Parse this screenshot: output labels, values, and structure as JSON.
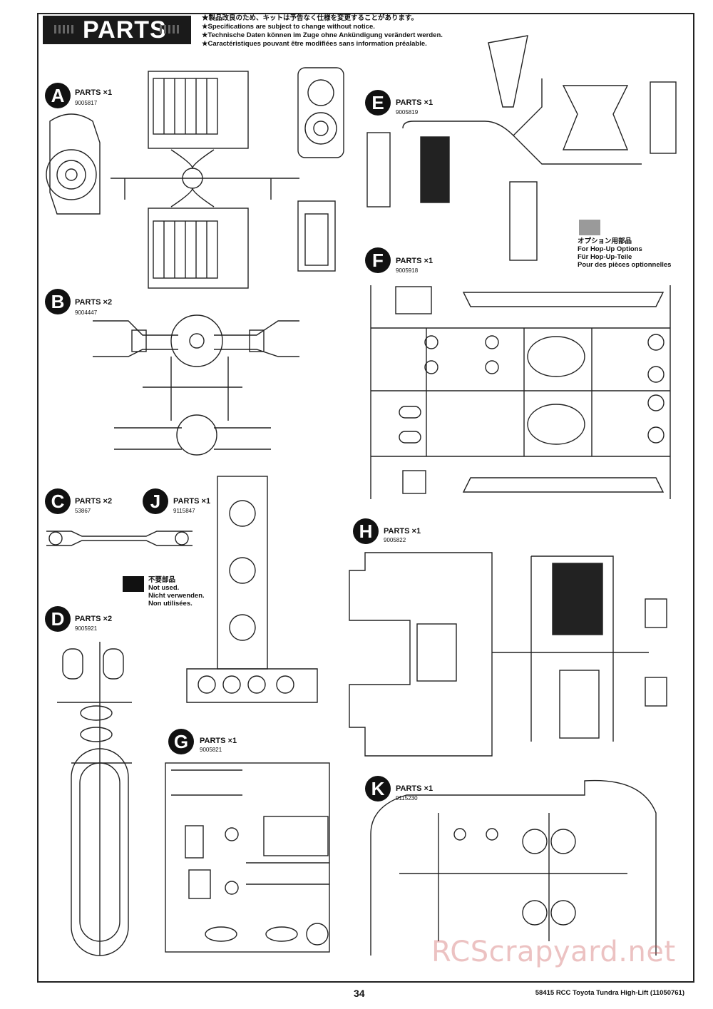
{
  "header": {
    "title": "PARTS"
  },
  "notes": [
    "★製品改良のため、キットは予告なく仕様を変更することがあります。",
    "★Specifications are subject to change without notice.",
    "★Technische Daten können im Zuge ohne Ankündigung verändert werden.",
    "★Caractéristiques pouvant être modifiées sans information préalable."
  ],
  "parts": {
    "A": {
      "letter": "A",
      "label": "PARTS ×1",
      "code": "9005817"
    },
    "B": {
      "letter": "B",
      "label": "PARTS ×2",
      "code": "9004447"
    },
    "C": {
      "letter": "C",
      "label": "PARTS ×2",
      "code": "53867"
    },
    "D": {
      "letter": "D",
      "label": "PARTS ×2",
      "code": "9005921"
    },
    "E": {
      "letter": "E",
      "label": "PARTS ×1",
      "code": "9005819"
    },
    "F": {
      "letter": "F",
      "label": "PARTS ×1",
      "code": "9005918"
    },
    "G": {
      "letter": "G",
      "label": "PARTS ×1",
      "code": "9005821"
    },
    "H": {
      "letter": "H",
      "label": "PARTS ×1",
      "code": "9005822"
    },
    "J": {
      "letter": "J",
      "label": "PARTS ×1",
      "code": "9115847"
    },
    "K": {
      "letter": "K",
      "label": "PARTS ×1",
      "code": "9115230"
    }
  },
  "legend_options": {
    "color": "#9a9a9a",
    "lines": [
      "オプション用部品",
      "For Hop-Up Options",
      "Für Hop-Up-Teile",
      "Pour des pièces optionnelles"
    ]
  },
  "legend_unused": {
    "color": "#111111",
    "lines": [
      "不要部品",
      "Not used.",
      "Nicht verwenden.",
      "Non utilisées."
    ]
  },
  "footer": {
    "page": "34",
    "model": "58415 RCC Toyota Tundra High-Lift (11050761)"
  },
  "watermark": "RCScrapyard.net"
}
